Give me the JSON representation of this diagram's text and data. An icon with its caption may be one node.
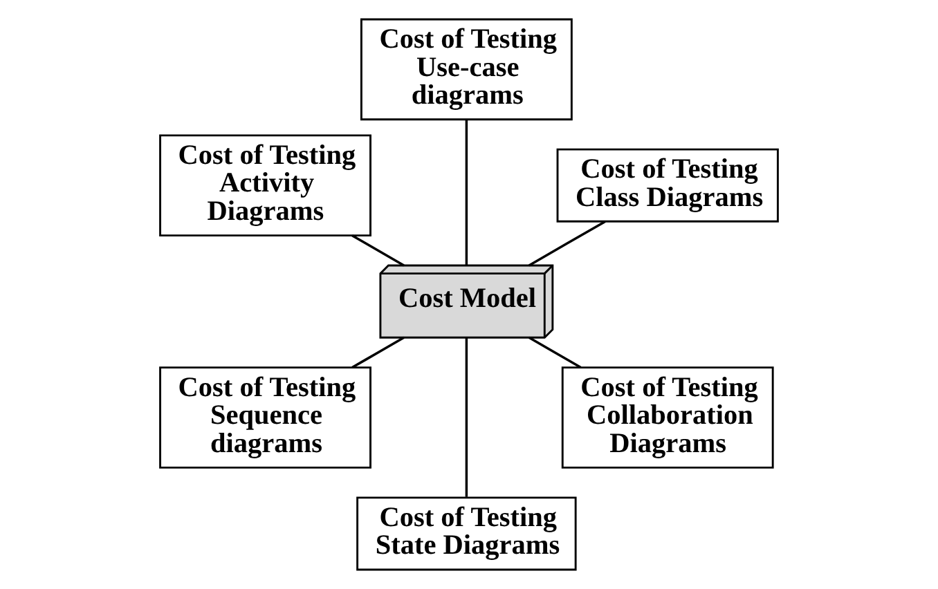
{
  "diagram": {
    "nodes": [
      {
        "text": [
          "Cost of Testing Class Diagrams"
        ]
      },
      {
        "text": [
          "Cost of Testing Use-case diagrams"
        ]
      },
      {
        "text": [
          "Cost of Testing Activity Diagrams"
        ]
      },
      {
        "text": [
          "Cost Model"
        ]
      },
      {
        "text": [
          "Cost of Testing Sequence diagrams"
        ]
      },
      {
        "text": [
          "Cost of Testing State Diagrams"
        ]
      },
      {
        "text": [
          "Cost of Testing Collaboration Diagrams"
        ]
      }
    ],
    "edges": [
      {
        "from": 3,
        "to": 0,
        "arrow": "none"
      },
      {
        "from": 3,
        "to": 1,
        "arrow": "none"
      },
      {
        "from": 3,
        "to": 2,
        "arrow": "none"
      },
      {
        "from": 3,
        "to": 4,
        "arrow": "none"
      },
      {
        "from": 3,
        "to": 5,
        "arrow": "none"
      },
      {
        "from": 3,
        "to": 6,
        "arrow": "none"
      }
    ]
  }
}
